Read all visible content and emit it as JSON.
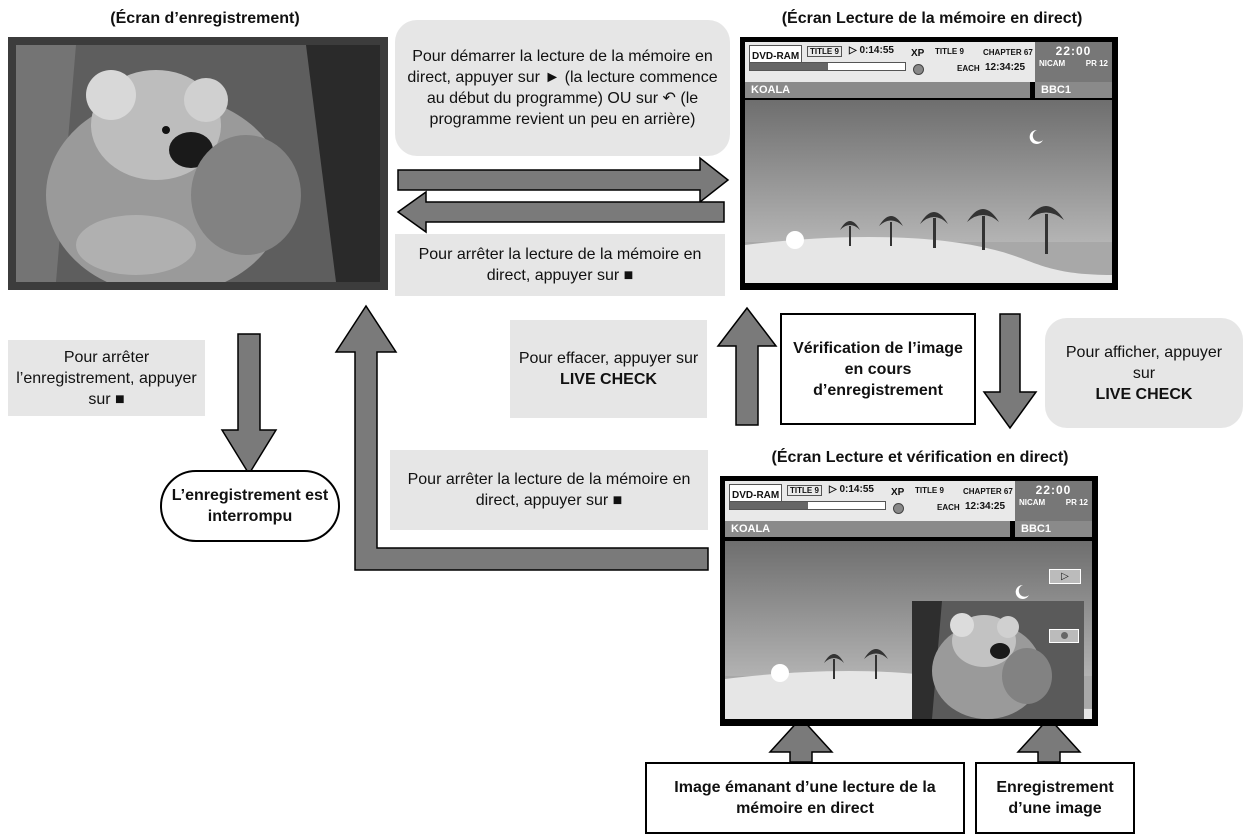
{
  "titles": {
    "recording_screen": "(Écran d’enregistrement)",
    "live_memory_screen": "(Écran Lecture de la mémoire en direct)",
    "live_check_screen": "(Écran Lecture et vérification en direct)"
  },
  "notes": {
    "start_live_memory": "Pour démarrer la lecture de la mémoire en direct, appuyer sur ► (la lecture commence au début du programme) OU sur ↶ (le programme revient un peu en arrière)",
    "stop_live_memory_top": "Pour arrêter la lecture de la mémoire en direct, appuyer sur ■",
    "stop_recording": "Pour arrêter l’enregistrement, appuyer sur ■",
    "erase_prefix": "Pour effacer, appuyer sur",
    "erase_key": "LIVE CHECK",
    "display_prefix": "Pour afficher, appuyer sur",
    "display_key": "LIVE CHECK",
    "stop_live_memory_bottom": "Pour arrêter la lecture de la mémoire en direct, appuyer sur ■"
  },
  "boxes": {
    "verification": "Vérification de l’image en cours d’enregistrement",
    "interrupted": "L’enregistrement est interrompu",
    "image_from_live": "Image émanant d’une lecture de la mémoire en direct",
    "recording_image": "Enregistrement d’une image"
  },
  "osd": {
    "disc": "DVD-RAM",
    "title_label": "TITLE",
    "title_num": "9",
    "play_time": "▷ 0:14:55",
    "mode": "XP",
    "rec_title_label": "TITLE",
    "rec_title_num": "9",
    "chapter_label": "CHAPTER",
    "chapter_num": "67",
    "each_label": "EACH",
    "rec_time": "12:34:25",
    "clock": "22:00",
    "audio": "NICAM",
    "preset": "PR 12",
    "program_name": "KOALA",
    "channel": "BBC1",
    "play_icon": "▷"
  },
  "colors": {
    "note_bg": "#e6e6e6",
    "arrow_fill": "#7a7a7a",
    "arrow_stroke": "#000000"
  }
}
